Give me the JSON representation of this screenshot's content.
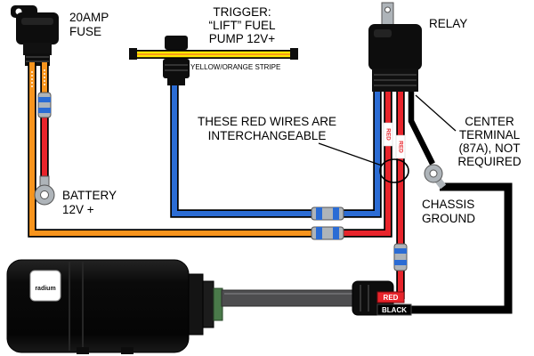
{
  "colors": {
    "orange": "#F7941D",
    "red": "#E8242B",
    "blue": "#2B6CD4",
    "yellow": "#FFE800",
    "metal": "#AEB4B9",
    "hose": "#4D4D4F"
  },
  "labels": {
    "fuse": [
      "20AMP",
      "FUSE"
    ],
    "trigger": [
      "TRIGGER:",
      "“LIFT” FUEL",
      "PUMP 12V+"
    ],
    "stripe": "YELLOW/ORANGE STRIPE",
    "relay": "RELAY",
    "interchangeable": [
      "THESE RED WIRES ARE",
      "INTERCHANGEABLE"
    ],
    "center_terminal": [
      "CENTER",
      "TERMINAL",
      "(87A), NOT",
      "REQUIRED"
    ],
    "battery": [
      "BATTERY",
      "12V +"
    ],
    "chassis": [
      "CHASSIS",
      "GROUND"
    ],
    "tags": {
      "red": "RED",
      "black": "BLACK"
    },
    "wire_marker": "RED",
    "pump_logo": "radium"
  }
}
